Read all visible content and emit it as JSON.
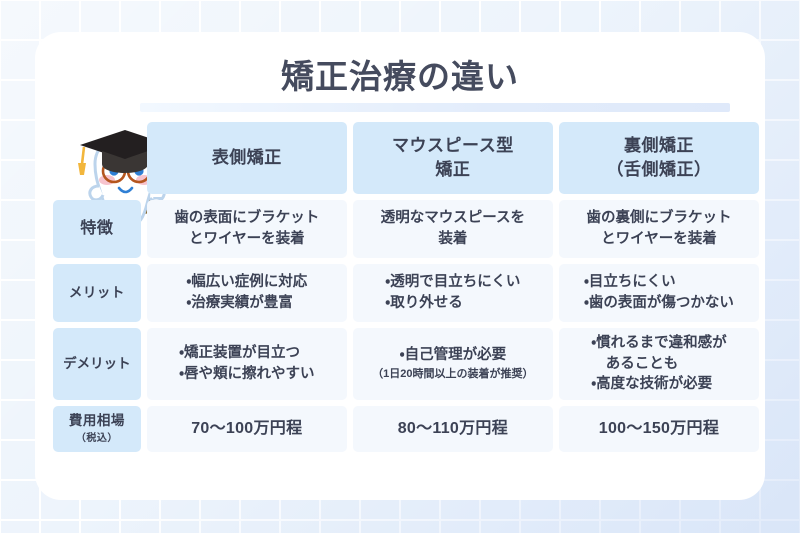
{
  "page": {
    "title": "矯正治療の違い"
  },
  "colors": {
    "header_blue": "#d4e9fa",
    "cell_blue": "#f4f8fd",
    "text": "#3c4255",
    "background_grid": "#eaf2fb",
    "card": "#ffffff"
  },
  "mascot": {
    "name": "tooth-character-with-graduation-cap",
    "cap_color": "#231f20",
    "tassel_color": "#f2b63c",
    "glasses_color": "#b4561f",
    "eye_color": "#2f7fd4",
    "blush_color": "#f7c3cd",
    "pointer_color": "#8a6a2f"
  },
  "table": {
    "corner_label": "",
    "columns": [
      {
        "label": "表側矯正"
      },
      {
        "label": "マウスピース型\n矯正",
        "line1": "マウスピース型",
        "line2": "矯正"
      },
      {
        "label": "裏側矯正\n（舌側矯正）",
        "line1": "裏側矯正",
        "line2": "（舌側矯正）"
      }
    ],
    "rows": [
      {
        "label": "特徴",
        "label_sub": "",
        "cells": [
          {
            "lines": [
              "歯の表面にブラケット",
              "とワイヤーを装着"
            ]
          },
          {
            "lines": [
              "透明なマウスピースを",
              "装着"
            ]
          },
          {
            "lines": [
              "歯の裏側にブラケット",
              "とワイヤーを装着"
            ]
          }
        ]
      },
      {
        "label": "メリット",
        "label_sub": "",
        "cells": [
          {
            "bullets": [
              "・幅広い症例に対応",
              "・治療実績が豊富"
            ]
          },
          {
            "bullets": [
              "・透明で目立ちにくい",
              "・取り外せる"
            ]
          },
          {
            "bullets": [
              "・目立ちにくい",
              "・歯の表面が傷つかない"
            ]
          }
        ]
      },
      {
        "label": "デメリット",
        "label_sub": "",
        "cells": [
          {
            "bullets": [
              "・矯正装置が目立つ",
              "・唇や頬に擦れやすい"
            ]
          },
          {
            "bullets": [
              "・自己管理が必要"
            ],
            "note": "（1日20時間以上の装着が推奨）"
          },
          {
            "bullets": [
              "・慣れるまで違和感が",
              "　あることも",
              "・高度な技術が必要"
            ]
          }
        ]
      },
      {
        "label": "費用相場",
        "label_sub": "（税込）",
        "cells": [
          {
            "value": "70〜100万円程"
          },
          {
            "value": "80〜110万円程"
          },
          {
            "value": "100〜150万円程"
          }
        ]
      }
    ]
  }
}
